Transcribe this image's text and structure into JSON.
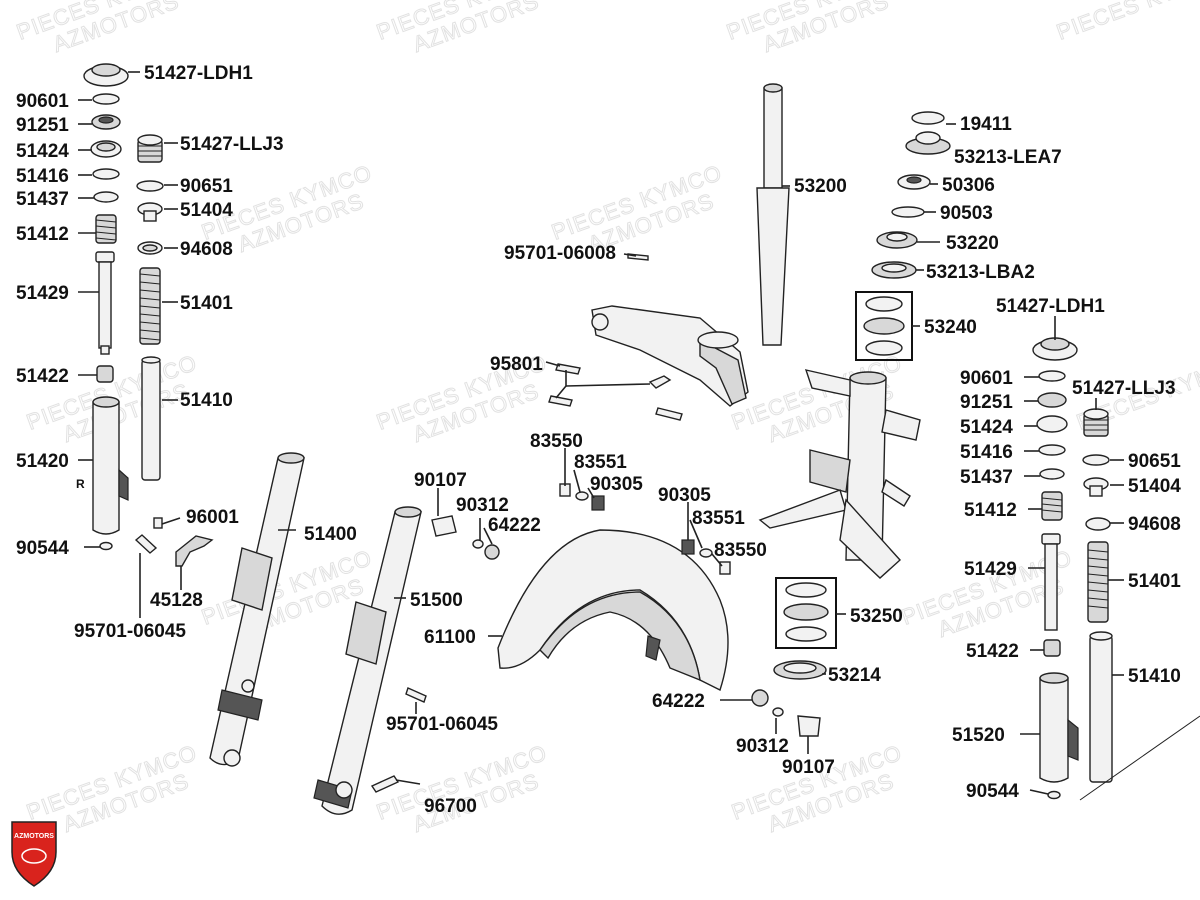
{
  "watermark": {
    "line1": "PIECES KYMCO",
    "line2": "AZMOTORS"
  },
  "logo": {
    "text": "AZMOTORS",
    "color": "#d9231d"
  },
  "parts": [
    {
      "id": "p01",
      "text": "51427-LDH1"
    },
    {
      "id": "p02",
      "text": "90601"
    },
    {
      "id": "p03",
      "text": "91251"
    },
    {
      "id": "p04",
      "text": "51424"
    },
    {
      "id": "p05",
      "text": "51416"
    },
    {
      "id": "p06",
      "text": "51437"
    },
    {
      "id": "p07",
      "text": "51412"
    },
    {
      "id": "p08",
      "text": "51429"
    },
    {
      "id": "p09",
      "text": "51422"
    },
    {
      "id": "p10",
      "text": "51420"
    },
    {
      "id": "p11",
      "text": "90544"
    },
    {
      "id": "p12",
      "text": "51427-LLJ3"
    },
    {
      "id": "p13",
      "text": "90651"
    },
    {
      "id": "p14",
      "text": "51404"
    },
    {
      "id": "p15",
      "text": "94608"
    },
    {
      "id": "p16",
      "text": "51401"
    },
    {
      "id": "p17",
      "text": "51410"
    },
    {
      "id": "p18",
      "text": "96001"
    },
    {
      "id": "p19",
      "text": "51400"
    },
    {
      "id": "p20",
      "text": "45128"
    },
    {
      "id": "p21",
      "text": "95701-06045"
    },
    {
      "id": "p22",
      "text": "51500"
    },
    {
      "id": "p23",
      "text": "95701-06045"
    },
    {
      "id": "p24",
      "text": "96700"
    },
    {
      "id": "p25",
      "text": "53200"
    },
    {
      "id": "p26",
      "text": "95701-06008"
    },
    {
      "id": "p27",
      "text": "95801"
    },
    {
      "id": "p28",
      "text": "83550"
    },
    {
      "id": "p29",
      "text": "83551"
    },
    {
      "id": "p30",
      "text": "90305"
    },
    {
      "id": "p31",
      "text": "90107"
    },
    {
      "id": "p32",
      "text": "90312"
    },
    {
      "id": "p33",
      "text": "64222"
    },
    {
      "id": "p34",
      "text": "90305"
    },
    {
      "id": "p35",
      "text": "83551"
    },
    {
      "id": "p36",
      "text": "83550"
    },
    {
      "id": "p37",
      "text": "61100"
    },
    {
      "id": "p38",
      "text": "64222"
    },
    {
      "id": "p39",
      "text": "90312"
    },
    {
      "id": "p40",
      "text": "90107"
    },
    {
      "id": "p41",
      "text": "19411"
    },
    {
      "id": "p42",
      "text": "53213-LEA7"
    },
    {
      "id": "p43",
      "text": "50306"
    },
    {
      "id": "p44",
      "text": "90503"
    },
    {
      "id": "p45",
      "text": "53220"
    },
    {
      "id": "p46",
      "text": "53213-LBA2"
    },
    {
      "id": "p47",
      "text": "53240"
    },
    {
      "id": "p48",
      "text": "51427-LDH1"
    },
    {
      "id": "p49",
      "text": "90601"
    },
    {
      "id": "p50",
      "text": "51427-LLJ3"
    },
    {
      "id": "p51",
      "text": "91251"
    },
    {
      "id": "p52",
      "text": "51424"
    },
    {
      "id": "p53",
      "text": "51416"
    },
    {
      "id": "p54",
      "text": "90651"
    },
    {
      "id": "p55",
      "text": "51437"
    },
    {
      "id": "p56",
      "text": "51404"
    },
    {
      "id": "p57",
      "text": "51412"
    },
    {
      "id": "p58",
      "text": "94608"
    },
    {
      "id": "p59",
      "text": "51429"
    },
    {
      "id": "p60",
      "text": "51401"
    },
    {
      "id": "p61",
      "text": "53250"
    },
    {
      "id": "p62",
      "text": "53214"
    },
    {
      "id": "p63",
      "text": "51422"
    },
    {
      "id": "p64",
      "text": "51410"
    },
    {
      "id": "p65",
      "text": "51520"
    },
    {
      "id": "p66",
      "text": "90544"
    }
  ],
  "fork_side_mark": "R"
}
